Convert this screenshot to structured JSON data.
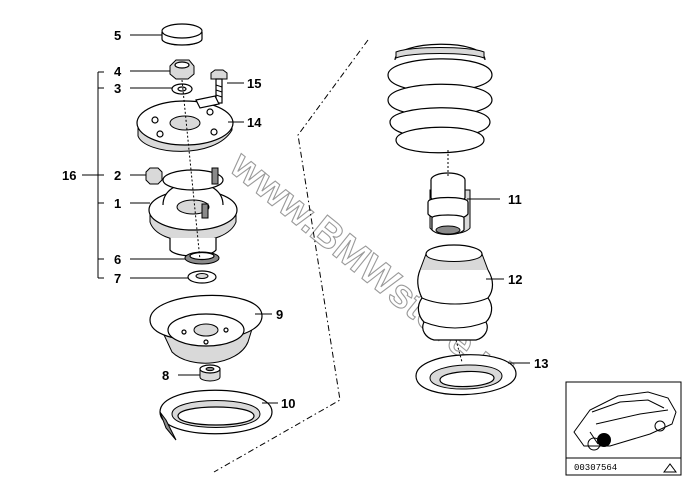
{
  "callouts": {
    "c1": "1",
    "c2": "2",
    "c3": "3",
    "c4": "4",
    "c5": "5",
    "c6": "6",
    "c7": "7",
    "c8": "8",
    "c9": "9",
    "c10": "10",
    "c11": "11",
    "c12": "12",
    "c13": "13",
    "c14": "14",
    "c15": "15",
    "c16": "16"
  },
  "watermark": "www.BMWstore.pl",
  "inset": {
    "diagram_id": "00307564"
  },
  "colors": {
    "line": "#000000",
    "shade": "#d9d9d9",
    "watermark": "#9a9a9a"
  }
}
